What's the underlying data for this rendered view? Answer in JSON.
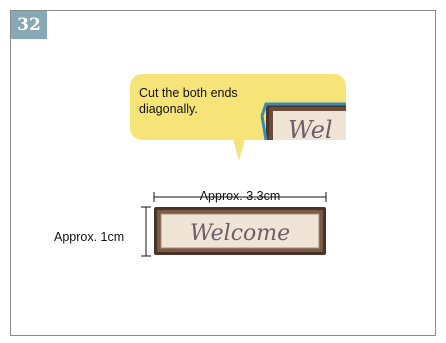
{
  "page_number": "32",
  "callout": {
    "text": "Cut the both ends diagonally."
  },
  "dimensions": {
    "width_label": "Approx.  3.3cm",
    "height_label": "Approx. 1cm"
  },
  "sign": {
    "text": "Welcome",
    "zoom_text": "Wel"
  },
  "colors": {
    "page_badge": "#86a8b4",
    "callout_bg": "#f7e478",
    "frame_dark": "#4a3328",
    "frame_light": "#7a5a48",
    "sign_bg": "#efe4d6",
    "sign_text": "#6e5e6a",
    "zoom_edge": "#3a8bb3"
  }
}
